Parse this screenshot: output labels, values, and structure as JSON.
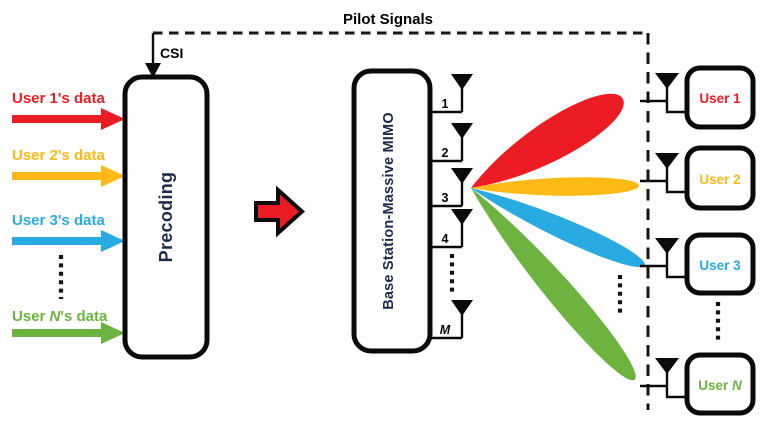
{
  "figure": {
    "description": "Massive MIMO downlink beamforming block diagram"
  },
  "colors": {
    "red": "#ec1c24",
    "yellow": "#fdb916",
    "blue": "#29abe2",
    "green": "#6cb33f",
    "ink": "#0a0a0a",
    "box_text": "#1b2a4a"
  },
  "pilot": {
    "label": "Pilot Signals"
  },
  "csi": {
    "label": "CSI"
  },
  "inputs": [
    {
      "label": "User 1's data"
    },
    {
      "label": "User 2's data"
    },
    {
      "label": "User 3's data"
    },
    {
      "prefix": "User ",
      "n": "N",
      "suffix": "'s data"
    }
  ],
  "precoding": {
    "label": "Precoding"
  },
  "base_station": {
    "label": "Base Station-Massive MIMO",
    "antennas": [
      "1",
      "2",
      "3",
      "4",
      "M"
    ]
  },
  "users": [
    {
      "label": "User 1"
    },
    {
      "label": "User 2"
    },
    {
      "label": "User 3"
    },
    {
      "prefix": "User ",
      "n": "N"
    }
  ]
}
